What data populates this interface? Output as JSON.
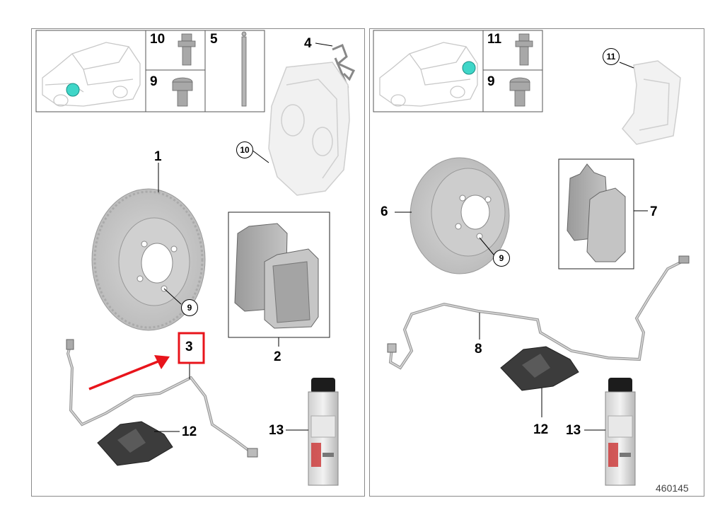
{
  "diagram": {
    "reference_number": "460145",
    "left_panel": {
      "header_labels": {
        "bolt_10": "10",
        "bolt_9": "9",
        "pin_5": "5",
        "spring_4": "4"
      },
      "callouts": {
        "caliper": "10",
        "disc_bolt": "9"
      },
      "part_labels": {
        "disc": "1",
        "pads": "2",
        "sensor": "3",
        "paste": "12",
        "spray": "13"
      }
    },
    "right_panel": {
      "header_labels": {
        "bolt_11": "11",
        "bolt_9": "9"
      },
      "callouts": {
        "carrier": "11",
        "disc_bolt": "9"
      },
      "part_labels": {
        "disc": "6",
        "pads": "7",
        "sensor": "8",
        "paste": "12",
        "spray": "13"
      }
    },
    "highlight_color": "#e8141b",
    "marker_color": "#3fd6c8"
  }
}
